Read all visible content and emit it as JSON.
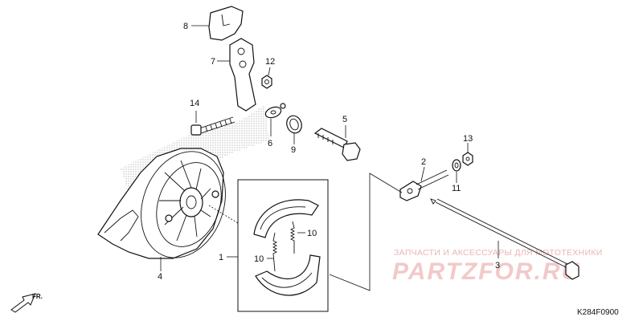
{
  "callouts": [
    {
      "id": "8",
      "label": "8"
    },
    {
      "id": "7",
      "label": "7"
    },
    {
      "id": "12",
      "label": "12"
    },
    {
      "id": "14",
      "label": "14"
    },
    {
      "id": "6",
      "label": "6"
    },
    {
      "id": "9",
      "label": "9"
    },
    {
      "id": "5",
      "label": "5"
    },
    {
      "id": "13",
      "label": "13"
    },
    {
      "id": "2",
      "label": "2"
    },
    {
      "id": "11",
      "label": "11"
    },
    {
      "id": "1",
      "label": "1"
    },
    {
      "id": "10a",
      "label": "10"
    },
    {
      "id": "10b",
      "label": "10"
    },
    {
      "id": "3",
      "label": "3"
    },
    {
      "id": "4",
      "label": "4"
    }
  ],
  "watermark": {
    "line1": "ЗАПЧАСТИ И АКСЕССУАРЫ ДЛЯ МОТОТЕХНИКИ",
    "brand": "PARTZFOR.RU"
  },
  "direction_label": "FR.",
  "figure_code": "K284F0900",
  "colors": {
    "line": "#111111",
    "shade": "#9a9a9a",
    "watermark": "#e9b6b6"
  }
}
